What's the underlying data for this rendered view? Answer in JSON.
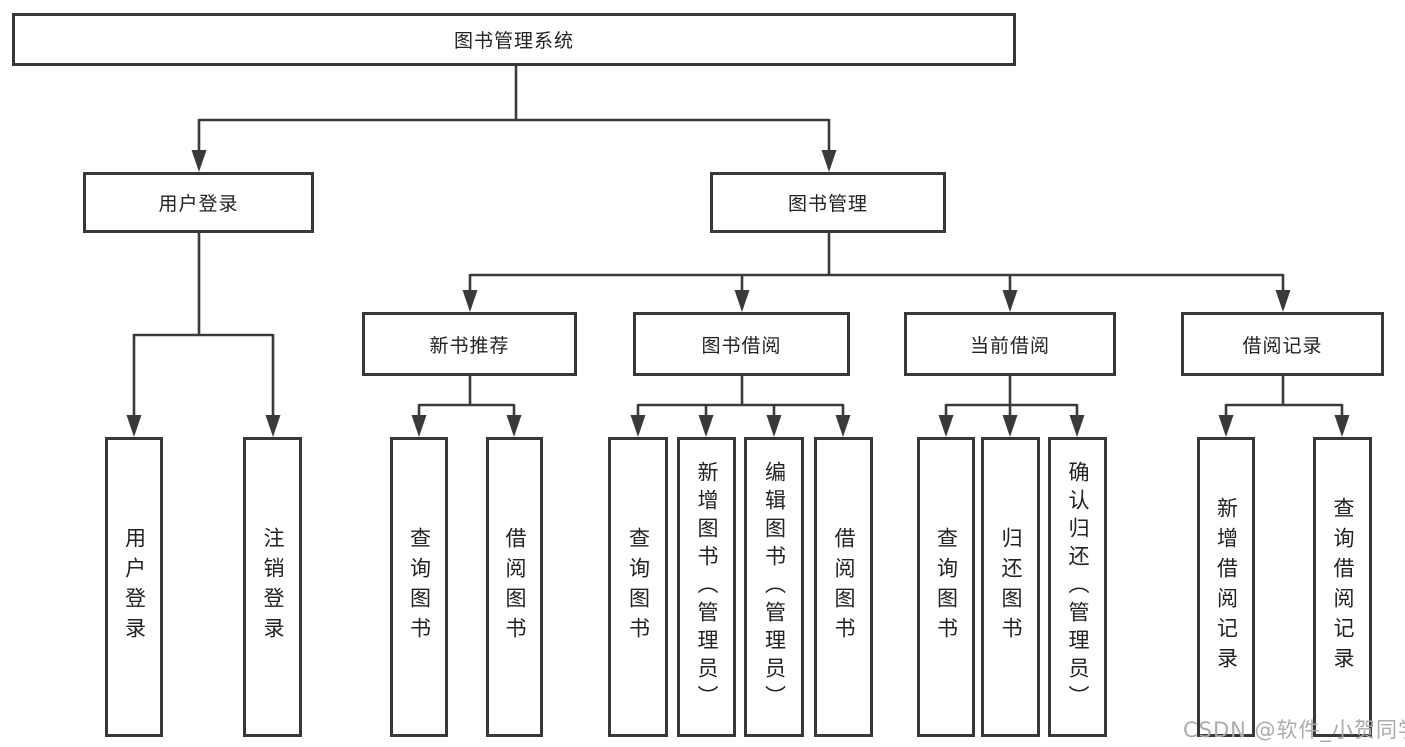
{
  "diagram": {
    "type": "tree",
    "title_node": "图书管理系统",
    "level2": {
      "user_login": "用户登录",
      "book_management": "图书管理"
    },
    "level3": {
      "new_book_recommend": "新书推荐",
      "book_borrow": "图书借阅",
      "current_borrow": "当前借阅",
      "borrow_records": "借阅记录"
    },
    "leaves": {
      "user_login": [
        "用户登录",
        "注销登录"
      ],
      "new_book_recommend": [
        "查询图书",
        "借阅图书"
      ],
      "book_borrow": [
        "查询图书",
        "新增图书（管理员）",
        "编辑图书（管理员）",
        "借阅图书"
      ],
      "current_borrow": [
        "查询图书",
        "归还图书",
        "确认归还（管理员）"
      ],
      "borrow_records": [
        "新增借阅记录",
        "查询借阅记录"
      ]
    }
  },
  "watermark": "CSDN @软件_小贺同学",
  "colors": {
    "line": "#3a3a3a",
    "text": "#222222",
    "watermark": "#ababab",
    "background": "#ffffff"
  }
}
